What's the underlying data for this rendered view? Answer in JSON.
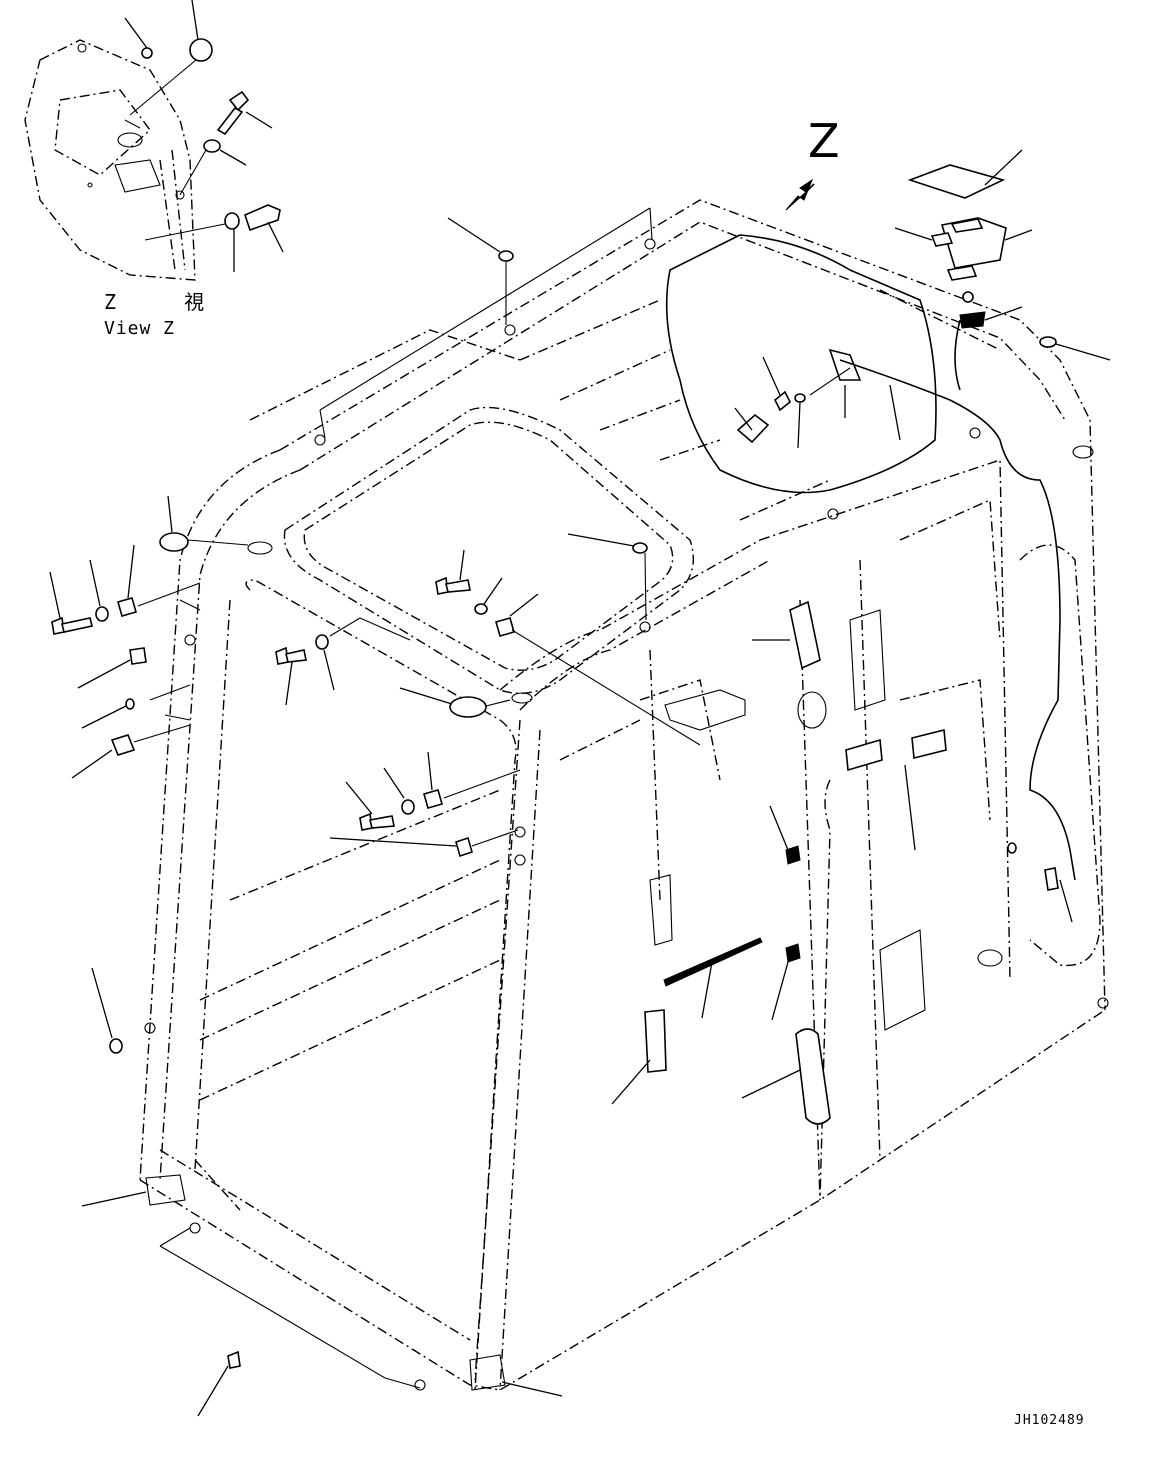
{
  "view_label": {
    "jp": "Z 視",
    "en": "View Z"
  },
  "arrow_label": "Z",
  "drawing_id": "JH102489"
}
